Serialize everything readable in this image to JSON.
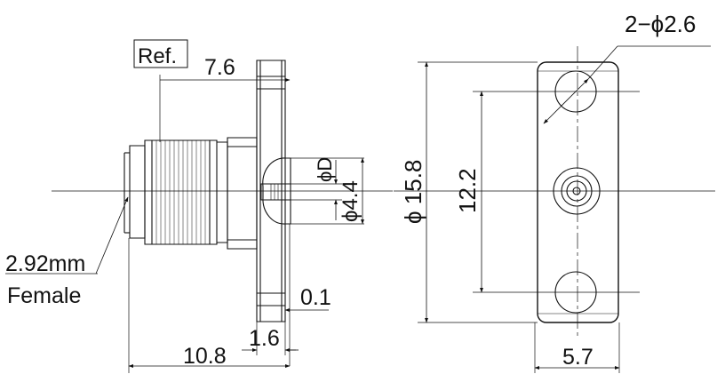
{
  "drawing": {
    "ref_label": "Ref.",
    "connector_type_line1": "2.92mm",
    "connector_type_line2": "Female",
    "dim_ref_length": "7.6",
    "dim_overall_length": "10.8",
    "dim_flange_thickness": "1.6",
    "dim_recess": "0.1",
    "dim_pin_dia": "ϕD",
    "dim_dielectric_dia": "ϕ4.4",
    "dim_flange_height": "ϕ 15.8",
    "dim_hole_spacing": "12.2",
    "dim_flange_width": "5.7",
    "dim_holes": "2−ϕ2.6"
  },
  "colors": {
    "line": "#111111",
    "background": "#ffffff"
  }
}
